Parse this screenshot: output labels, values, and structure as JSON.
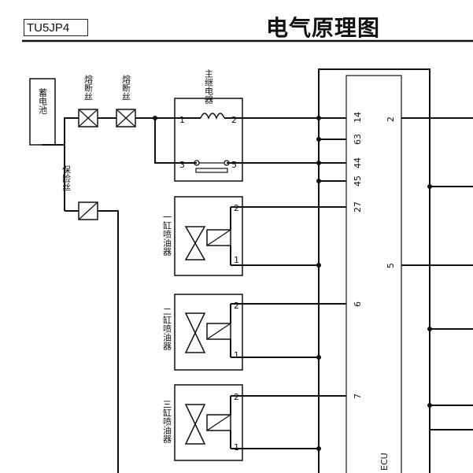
{
  "header": {
    "code": "TU5JP4",
    "title": "电气原理图"
  },
  "components": {
    "battery": "蓄电池",
    "fuse1": "熔断丝",
    "fuse2": "熔断丝",
    "relay": "主继电器",
    "fuse_lower": "保险丝",
    "injector1": "一缸喷油器",
    "injector2": "二缸喷油器",
    "injector3": "三缸喷油器",
    "ecu": "ECU"
  },
  "ecu_pins": [
    "14",
    "63",
    "44",
    "45",
    "27",
    "6",
    "7"
  ],
  "ecu_right_pins": [
    "2",
    "5"
  ],
  "relay_pins": [
    "1",
    "2",
    "3",
    "5"
  ],
  "injector_pins": [
    "2",
    "1"
  ]
}
